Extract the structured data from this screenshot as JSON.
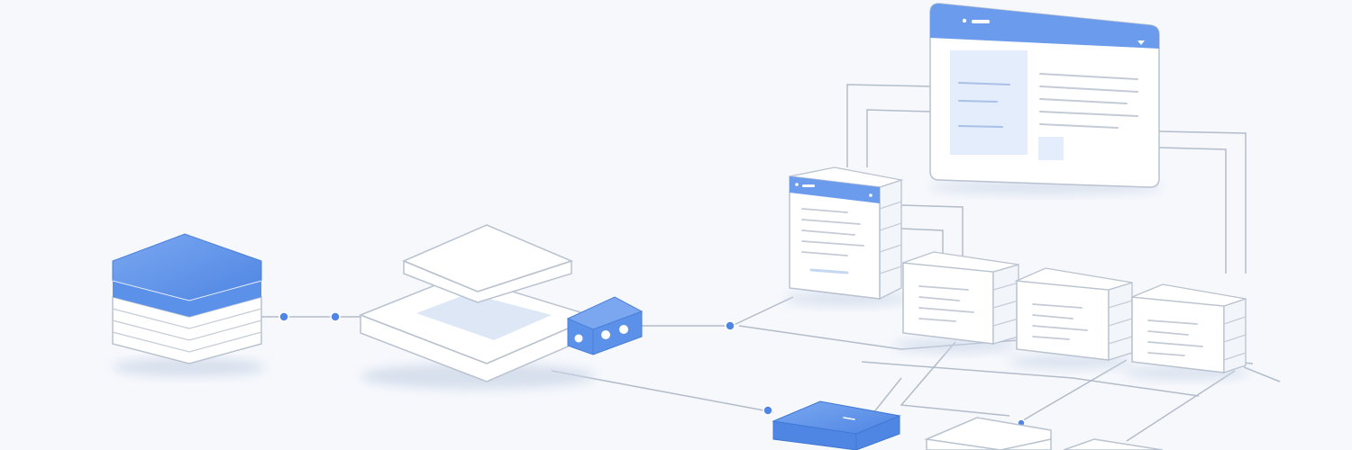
{
  "diagram": {
    "nodes": [
      {
        "id": "database",
        "icon": "database-stack-icon"
      },
      {
        "id": "platform",
        "icon": "layered-platform-icon"
      },
      {
        "id": "connector",
        "icon": "connector-block-icon"
      },
      {
        "id": "browser-window",
        "icon": "browser-window-icon"
      },
      {
        "id": "server-main",
        "icon": "server-rack-icon"
      },
      {
        "id": "server-1",
        "icon": "server-rack-icon"
      },
      {
        "id": "server-2",
        "icon": "server-rack-icon"
      },
      {
        "id": "server-3",
        "icon": "server-rack-icon"
      },
      {
        "id": "gateway",
        "icon": "gateway-block-icon"
      },
      {
        "id": "module-bottom",
        "icon": "module-block-icon"
      }
    ],
    "edges": [
      {
        "from": "database",
        "to": "platform"
      },
      {
        "from": "connector",
        "to": "server-1"
      },
      {
        "from": "platform",
        "to": "gateway"
      },
      {
        "from": "server-main",
        "to": "browser-window"
      },
      {
        "from": "server-3",
        "to": "browser-window"
      },
      {
        "from": "gateway",
        "to": "module-bottom"
      }
    ],
    "colors": {
      "accent": "#5b91e8",
      "accent_light": "#e3edfb",
      "line": "#b3bcc9",
      "stroke": "#b9c2cf",
      "surface": "#ffffff",
      "background": "#f6f8fc"
    }
  }
}
